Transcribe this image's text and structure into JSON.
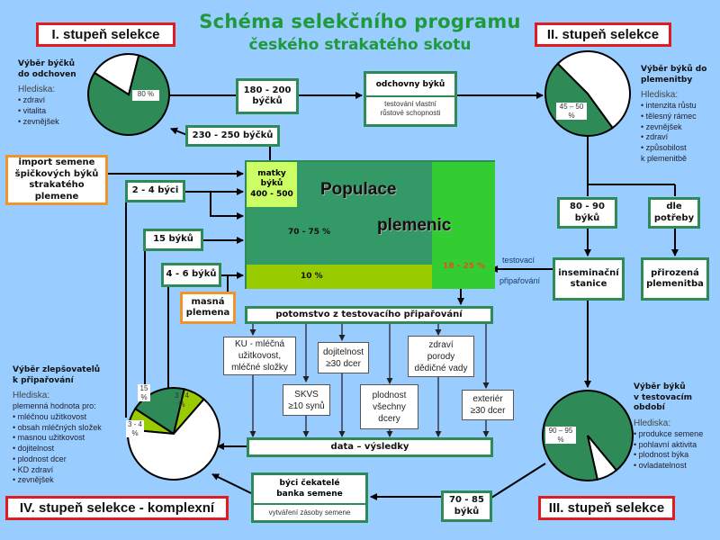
{
  "title": {
    "line1": "Schéma selekčního programu",
    "line2": "českého strakatého skotu"
  },
  "stages": {
    "s1": "I. stupeň selekce",
    "s2": "II. stupeň selekce",
    "s3": "III. stupeň selekce",
    "s4": "IV. stupeň selekce - komplexní"
  },
  "panels": {
    "p1": {
      "heading": [
        "Výběr býčků",
        "do odchoven"
      ],
      "criteria_label": "Hlediska:",
      "criteria": [
        "• zdraví",
        "• vitalita",
        "• zevnějšek"
      ]
    },
    "p2": {
      "heading": [
        "Výběr býků do",
        "plemenitby"
      ],
      "criteria_label": "Hlediska:",
      "criteria": [
        "• intenzita růstu",
        "• tělesný rámec",
        "• zevnějšek",
        "• zdraví",
        "• způsobilost",
        "k plemenitbě"
      ]
    },
    "p3": {
      "heading": [
        "Výběr býků",
        "v testovacím",
        "období"
      ],
      "criteria_label": "Hlediska:",
      "criteria": [
        "• produkce semene",
        "• pohlavní aktivita",
        "• plodnost býka",
        "• ovladatelnost"
      ]
    },
    "p4": {
      "heading": [
        "Výběr zlepšovatelů",
        "k připařování"
      ],
      "criteria_label": "Hlediska:",
      "criteria": [
        "plemenná hodnota pro:",
        "• mléčnou užitkovost",
        "• obsah mléčných složek",
        "• masnou užitkovost",
        "• dojitelnost",
        "• plodnost dcer",
        "• KD zdraví",
        "• zevnějšek"
      ]
    }
  },
  "pies": {
    "pie1": {
      "label": "80 %",
      "selected_fraction": 0.8,
      "colors": {
        "selected": "#2e8b57",
        "rest": "#ffffff"
      }
    },
    "pie2": {
      "label_line1": "45 – 50",
      "label_line2": "%",
      "selected_fraction": 0.475
    },
    "pie3": {
      "label_line1": "90 – 95",
      "label_line2": "%",
      "selected_fraction": 0.925
    },
    "pie4": {
      "slices": [
        {
          "label_line1": "3 - 4",
          "label_line2": "%",
          "fraction": 0.035,
          "color": "#99cc00"
        },
        {
          "label_line1": "15",
          "label_line2": "%",
          "fraction": 0.15,
          "color": "#2e8b57"
        },
        {
          "label_line1": "3 - 4",
          "label_line2": "%",
          "fraction": 0.035,
          "color": "#99cc00"
        }
      ]
    }
  },
  "boxes": {
    "b180": [
      "180 - 200",
      "býčků"
    ],
    "odchovny": "odchovny býků",
    "odchovny_sub": [
      "testování vlastní",
      "růstové schopnosti"
    ],
    "b230": "230 - 250 býčků",
    "import": [
      "import semene",
      "špičkových býků",
      "strakatého plemene"
    ],
    "b2_4": "2 - 4 býci",
    "b15": "15 býků",
    "b4_6": "4 - 6 býků",
    "masna": [
      "masná",
      "plemena"
    ],
    "b80_90": [
      "80 - 90",
      "býků"
    ],
    "dle": [
      "dle",
      "potřeby"
    ],
    "insem": [
      "inseminační",
      "stanice"
    ],
    "prirozena": [
      "přirozená",
      "plemenitba"
    ],
    "potomstvo": "potomstvo z testovacího připařování",
    "data": "data – výsledky",
    "cekatele": [
      "býci čekatelé",
      "banka semene"
    ],
    "cekatele_sub": "vytváření zásoby semene",
    "b70_85": [
      "70 - 85",
      "býků"
    ]
  },
  "traits": {
    "ku": [
      "KU - mléčná",
      "užitkovost,",
      "mléčné složky"
    ],
    "skvs": [
      "SKVS",
      "≥10 synů"
    ],
    "dojitelnost": [
      "dojitelnost",
      "≥30 dcer"
    ],
    "plodnost": [
      "plodnost",
      "všechny",
      "dcery"
    ],
    "zdravi": [
      "zdraví",
      "porody",
      "dědičné vady"
    ],
    "exterier": [
      "exteriér",
      "≥30 dcer"
    ]
  },
  "population": {
    "title1": "Populace",
    "title2": "plemenic",
    "matky": [
      "matky",
      "býků",
      "400 - 500"
    ],
    "main_pct": "70  - 75 %",
    "beef_pct": "10 %",
    "test_pct": "18 - 25 %",
    "colors": {
      "matky": "#ccff66",
      "main": "#339966",
      "beef": "#99cc00",
      "test": "#33cc33",
      "test_text": "#e2501b"
    }
  },
  "edge_labels": {
    "testovaci": "testovací",
    "pripar": "připařování"
  }
}
